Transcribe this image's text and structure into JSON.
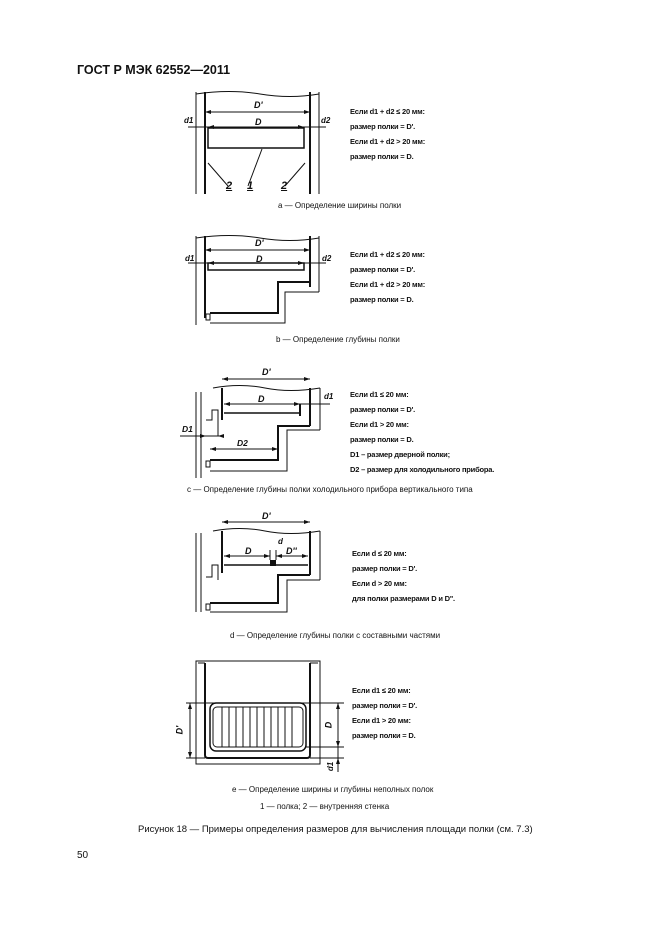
{
  "header": {
    "standard": "ГОСТ Р МЭК 62552—2011"
  },
  "panels": [
    {
      "caption": "a — Определение ширины полки",
      "labels": {
        "d_prime": "D'",
        "d": "D",
        "d1": "d1",
        "d2": "d2",
        "n1": "1",
        "n2a": "2",
        "n2b": "2"
      },
      "conditions": [
        "Если d1 + d2 ≤ 20 мм:",
        "размер полки = D'.",
        "Если d1 + d2 > 20 мм:",
        "размер полки = D."
      ]
    },
    {
      "caption": "b — Определение глубины полки",
      "labels": {
        "d_prime": "D'",
        "d": "D",
        "d1": "d1",
        "d2": "d2"
      },
      "conditions": [
        "Если d1 + d2 ≤ 20 мм:",
        "размер полки = D'.",
        "Если d1 + d2 > 20 мм:",
        "размер полки = D."
      ]
    },
    {
      "caption": "c — Определение глубины полки холодильного прибора вертикального типа",
      "labels": {
        "d_prime": "D'",
        "d": "D",
        "d1": "d1",
        "D1": "D1",
        "D2": "D2"
      },
      "conditions": [
        "Если d1 ≤ 20 мм:",
        "размер полки = D'.",
        "Если d1 > 20 мм:",
        "размер полки = D.",
        "D1 – размер дверной полки;",
        "D2 – размер для холодильного прибора."
      ]
    },
    {
      "caption": "d — Определение глубины полки с составными частями",
      "labels": {
        "d_prime": "D'",
        "d": "D",
        "d_small": "d",
        "d_dprime": "D''"
      },
      "conditions": [
        "Если d ≤ 20 мм:",
        "размер полки = D'.",
        "Если d > 20 мм:",
        "для полки размерами D и D''."
      ]
    },
    {
      "caption": "e — Определение ширины и глубины неполных полок",
      "labels": {
        "d_prime": "D'",
        "d": "D",
        "d1": "d1"
      },
      "conditions": [
        "Если d1 ≤ 20 мм:",
        "размер полки = D'.",
        "Если d1 > 20 мм:",
        "размер полки = D."
      ]
    }
  ],
  "legend": "1 — полка; 2 — внутренняя стенка",
  "figure_title": "Рисунок 18 — Примеры определения размеров для вычисления площади полки (см. 7.3)",
  "page_number": "50"
}
